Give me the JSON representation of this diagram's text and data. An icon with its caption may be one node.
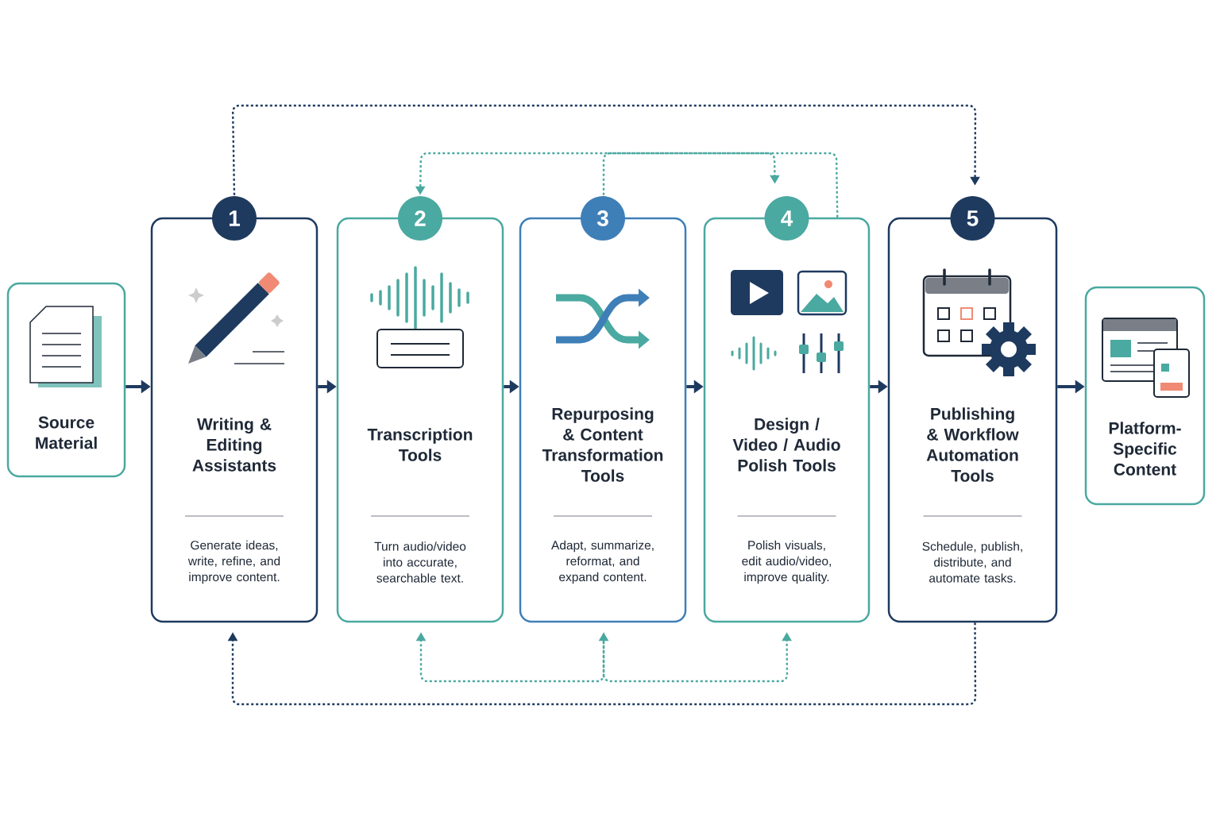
{
  "diagram": {
    "nodes": [
      {
        "text": [
          "Source Material"
        ]
      },
      {
        "text": [
          "1",
          "Writing & Editing Assistants",
          "Generate ideas, write, refine, and improve content."
        ]
      },
      {
        "text": [
          "2",
          "Transcription Tools",
          "Turn audio/video into accurate, searchable text."
        ]
      },
      {
        "text": [
          "3",
          "Repurposing & Content Transformation Tools",
          "Adapt, summarize, reformat, and expand content."
        ]
      },
      {
        "text": [
          "4",
          "Design / Video / Audio Polish Tools",
          "Polish visuals, edit audio/video, improve quality."
        ]
      },
      {
        "text": [
          "5",
          "Publishing & Workflow Automation Tools",
          "Schedule, publish, distribute, and automate tasks."
        ]
      },
      {
        "text": [
          "Platform-Specific Content"
        ]
      }
    ],
    "edges": [
      {
        "from": 0,
        "to": 1,
        "arrow": "to"
      },
      {
        "from": 1,
        "to": 2,
        "arrow": "to"
      },
      {
        "from": 2,
        "to": 3,
        "arrow": "to"
      },
      {
        "from": 3,
        "to": 4,
        "arrow": "to"
      },
      {
        "from": 4,
        "to": 5,
        "arrow": "to"
      },
      {
        "from": 5,
        "to": 6,
        "arrow": "to"
      },
      {
        "from": 1,
        "to": 5,
        "arrow": "to",
        "style": "dashed"
      },
      {
        "from": 4,
        "to": 2,
        "arrow": "to",
        "style": "dashed",
        "color": "#4aa9a0"
      },
      {
        "from": 3,
        "to": 4,
        "arrow": "to",
        "style": "dashed",
        "color": "#4aa9a0"
      },
      {
        "from": 5,
        "to": 1,
        "arrow": "to",
        "style": "dashed"
      },
      {
        "from": 3,
        "to": 2,
        "arrow": "both",
        "style": "dashed",
        "color": "#4aa9a0"
      },
      {
        "from": 3,
        "to": 4,
        "arrow": "to",
        "style": "dashed",
        "color": "#4aa9a0"
      }
    ]
  }
}
